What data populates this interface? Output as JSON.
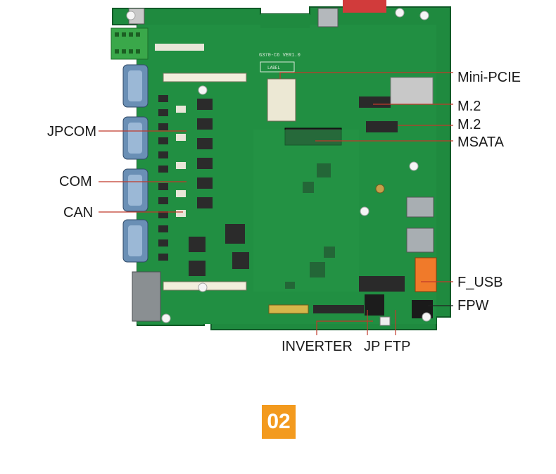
{
  "labels": {
    "mini_pcie": "Mini-PCIE",
    "m2_a": "M.2",
    "m2_b": "M.2",
    "msata": "MSATA",
    "jpcom": "JPCOM",
    "com": "COM",
    "can": "CAN",
    "f_usb": "F_USB",
    "fpw": "FPW",
    "inverter": "INVERTER",
    "jp_ftp": "JP FTP"
  },
  "board_text": {
    "model": "G370-C6 VER1.0",
    "label": "LABEL"
  },
  "badge": "02",
  "colors": {
    "pcb": "#1f8a3f",
    "pcb_dark": "#156b30",
    "accent": "#f39a1e",
    "leader_red": "#c0392b"
  }
}
